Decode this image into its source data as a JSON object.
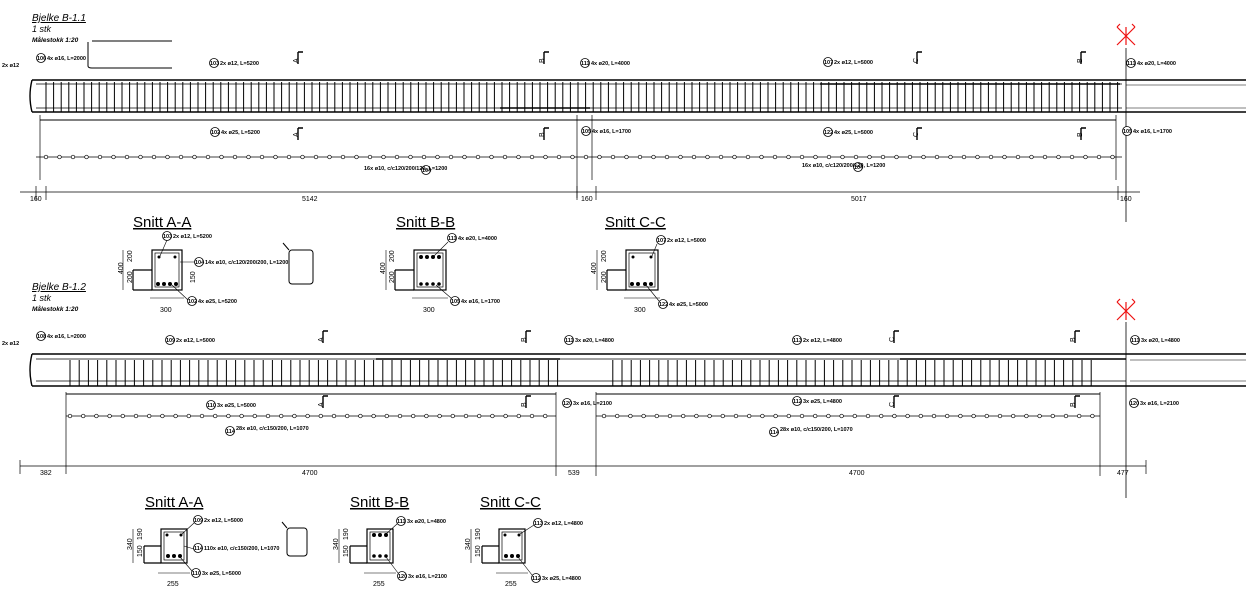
{
  "beam1": {
    "title": "Bjelke B-1.1",
    "count": "1 stk",
    "scale": "Målestokk 1:20",
    "start_bar": "2x ø12",
    "bar_labels": [
      {
        "id": "106",
        "text": "4x ø16, L=2000"
      },
      {
        "id": "103",
        "text": "2x ø12, L=5200"
      },
      {
        "id": "111",
        "text": "4x ø20, L=4000"
      },
      {
        "id": "107",
        "text": "2x ø12, L=5000"
      },
      {
        "id": "111",
        "text": "4x ø20, L=4000"
      },
      {
        "id": "102",
        "text": "4x ø25, L=5200"
      },
      {
        "id": "105",
        "text": "4x ø16, L=1700"
      },
      {
        "id": "122",
        "text": "4x ø25, L=5000"
      },
      {
        "id": "105",
        "text": "4x ø16, L=1700"
      },
      {
        "id": "104",
        "text": "16x ø10, c/c120/200/120, L=1200"
      },
      {
        "id": "104",
        "text": "16x ø10, c/c120/200/120, L=1200"
      }
    ],
    "sections": [
      "A",
      "B",
      "C",
      "B",
      "A",
      "B",
      "C",
      "B"
    ],
    "dims": [
      "160",
      "5142",
      "160",
      "5017",
      "160"
    ]
  },
  "beam1_sections": {
    "titles": [
      "Snitt A-A",
      "Snitt B-B",
      "Snitt C-C"
    ],
    "height": "400",
    "h1": "200",
    "h2": "200",
    "h3": "150",
    "width": "300",
    "tags": [
      {
        "id": "103",
        "text": "2x ø12, L=5200"
      },
      {
        "id": "104",
        "text": "14x ø10, c/c120/200/200, L=1200"
      },
      {
        "id": "102",
        "text": "4x ø25, L=5200"
      },
      {
        "id": "111",
        "text": "4x ø20, L=4000"
      },
      {
        "id": "105",
        "text": "4x ø16, L=1700"
      },
      {
        "id": "107",
        "text": "2x ø12, L=5000"
      },
      {
        "id": "122",
        "text": "4x ø25, L=5000"
      }
    ]
  },
  "beam2": {
    "title": "Bjelke B-1.2",
    "count": "1 stk",
    "scale": "Målestokk 1:20",
    "start_bar": "2x ø12",
    "bar_labels": [
      {
        "id": "108",
        "text": "4x ø16, L=2000"
      },
      {
        "id": "109",
        "text": "2x ø12, L=5000"
      },
      {
        "id": "111",
        "text": "3x ø20, L=4800"
      },
      {
        "id": "113",
        "text": "2x ø12, L=4800"
      },
      {
        "id": "111",
        "text": "3x ø20, L=4800"
      },
      {
        "id": "110",
        "text": "3x ø25, L=5000"
      },
      {
        "id": "120",
        "text": "3x ø16, L=2100"
      },
      {
        "id": "112",
        "text": "3x ø25, L=4800"
      },
      {
        "id": "120",
        "text": "3x ø16, L=2100"
      },
      {
        "id": "114",
        "text": "28x ø10, c/c150/200, L=1070"
      },
      {
        "id": "114",
        "text": "28x ø10, c/c150/200, L=1070"
      }
    ],
    "sections": [
      "A",
      "B",
      "C",
      "B",
      "A",
      "B",
      "C",
      "B"
    ],
    "dims": [
      "382",
      "4700",
      "539",
      "4700",
      "477"
    ]
  },
  "beam2_sections": {
    "titles": [
      "Snitt A-A",
      "Snitt B-B",
      "Snitt C-C"
    ],
    "height": "340",
    "h1": "190",
    "h2": "150",
    "width": "255",
    "tags": [
      {
        "id": "109",
        "text": "2x ø12, L=5000"
      },
      {
        "id": "114",
        "text": "110x ø10, c/c150/200, L=1070"
      },
      {
        "id": "110",
        "text": "3x ø25, L=5000"
      },
      {
        "id": "111",
        "text": "3x ø20, L=4800"
      },
      {
        "id": "120",
        "text": "3x ø16, L=2100"
      },
      {
        "id": "113",
        "text": "2x ø12, L=4800"
      },
      {
        "id": "112",
        "text": "3x ø25, L=4800"
      }
    ]
  }
}
